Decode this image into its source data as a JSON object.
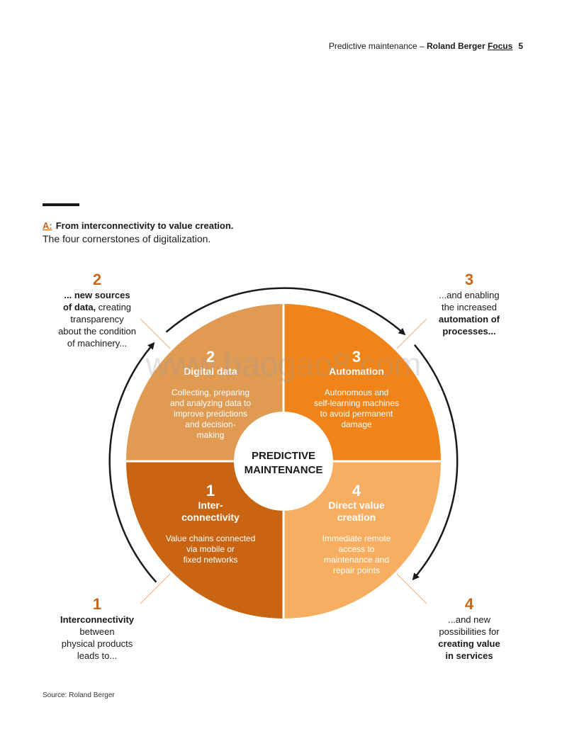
{
  "header": {
    "section": "Predictive maintenance – ",
    "brand": "Roland Berger ",
    "focus": "Focus",
    "page_number": "5"
  },
  "figure": {
    "letter": "A:",
    "title": "From interconnectivity to value creation.",
    "subtitle": "The four cornerstones of digitalization."
  },
  "center": {
    "line1": "PREDICTIVE",
    "line2": "MAINTENANCE"
  },
  "quadrants": [
    {
      "num": "2",
      "title": [
        "Digital data"
      ],
      "desc": [
        "Collecting, preparing",
        "and analyzing data to",
        "improve predictions",
        "and decision-",
        "making"
      ],
      "color": "#e09a52"
    },
    {
      "num": "3",
      "title": [
        "Automation"
      ],
      "desc": [
        "Autonomous and",
        "self-learning machines",
        "to avoid permanent",
        "damage"
      ],
      "color": "#f08418"
    },
    {
      "num": "1",
      "title": [
        "Inter-",
        "connectivity"
      ],
      "desc": [
        "Value chains connected",
        "via mobile or",
        "fixed networks"
      ],
      "color": "#c86412"
    },
    {
      "num": "4",
      "title": [
        "Direct value",
        "creation"
      ],
      "desc": [
        "Immediate remote",
        "access to",
        "maintenance and",
        "repair points"
      ],
      "color": "#f8ae60"
    }
  ],
  "corners": {
    "top_left": {
      "num": "2",
      "bold1": "... new sources",
      "bold2": "of data,",
      "text2": " creating",
      "text3": "transparency",
      "text4": "about the condition",
      "text5": "of machinery..."
    },
    "top_right": {
      "num": "3",
      "text1": "...and enabling",
      "text2": "the increased",
      "bold3": "automation of",
      "bold4": "processes..."
    },
    "bottom_left": {
      "num": "1",
      "bold1": "Interconnectivity",
      "text2": "between",
      "text3": "physical products",
      "text4": "leads to..."
    },
    "bottom_right": {
      "num": "4",
      "text1": "...and new",
      "text2": "possibilities for",
      "bold3": "creating value",
      "bold4": "in services"
    }
  },
  "watermark": "www.baogao8.com",
  "source": "Source: Roland Berger"
}
